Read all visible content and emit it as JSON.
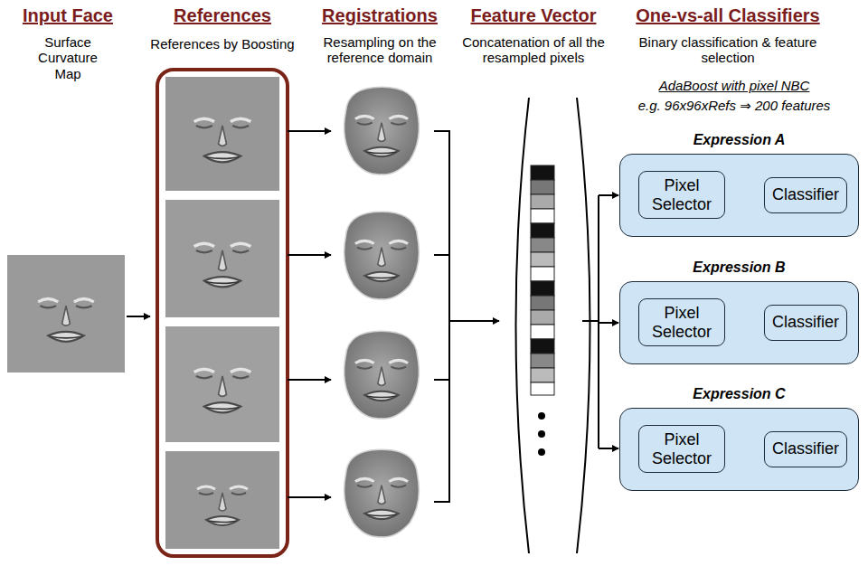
{
  "diagram": {
    "nodes": [
      {
        "text": [
          "Expression A"
        ]
      },
      {
        "text": [
          "Pixel Selector"
        ],
        "in": 0
      },
      {
        "text": [
          "Classifier"
        ],
        "in": 0
      },
      {
        "text": [
          "Expression B"
        ]
      },
      {
        "text": [
          "Pixel Selector"
        ],
        "in": 3
      },
      {
        "text": [
          "Classifier"
        ],
        "in": 3
      },
      {
        "text": [
          "Expression C"
        ]
      },
      {
        "text": [
          "Pixel Selector"
        ],
        "in": 6
      },
      {
        "text": [
          "Classifier"
        ],
        "in": 6
      }
    ],
    "edges": [
      {
        "from": 1,
        "to": 2,
        "arrow": "to"
      },
      {
        "from": 4,
        "to": 5,
        "arrow": "to"
      },
      {
        "from": 7,
        "to": 8,
        "arrow": "to"
      }
    ],
    "labels": [
      "Input Face",
      "Surface Curvature Map",
      "References",
      "References by Boosting",
      "Registrations",
      "Resampling on the reference domain",
      "Feature Vector",
      "Concatenation of all the resampled pixels",
      "One-vs-all Classifiers",
      "Binary classification & feature selection",
      "AdaBoost with pixel NBC",
      "e.g. 96x96xRefs ⇒ 200 features"
    ]
  }
}
